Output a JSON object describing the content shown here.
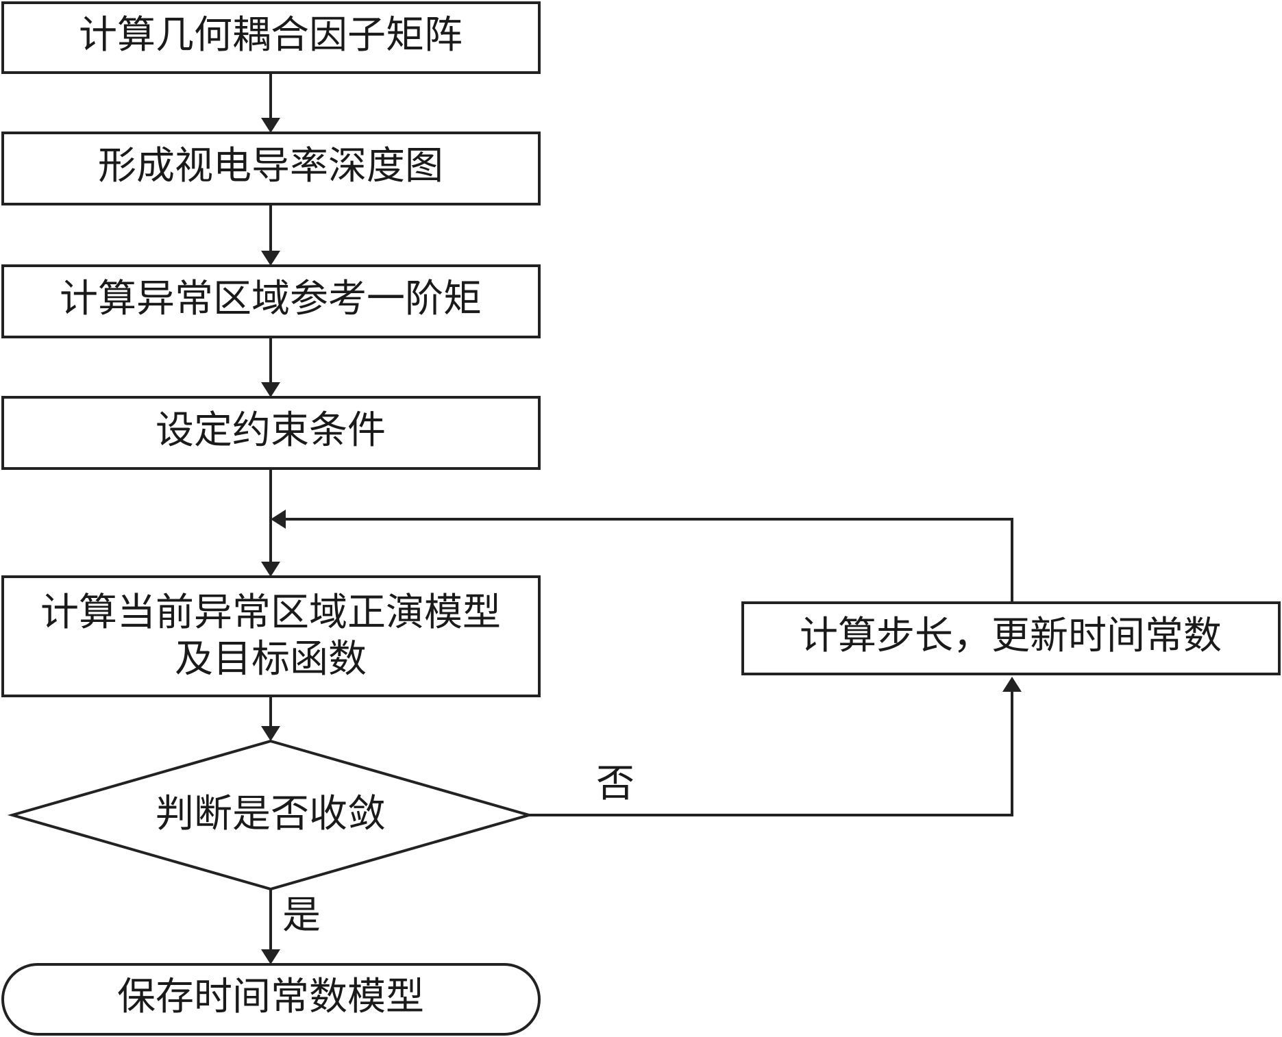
{
  "nodes": {
    "step1": "计算几何耦合因子矩阵",
    "step2": "形成视电导率深度图",
    "step3": "计算异常区域参考一阶矩",
    "step4": "设定约束条件",
    "step5_line1": "计算当前异常区域正演模型",
    "step5_line2": "及目标函数",
    "decision": "判断是否收敛",
    "update": "计算步长，更新时间常数",
    "end": "保存时间常数模型"
  },
  "edge_labels": {
    "no": "否",
    "yes": "是"
  }
}
